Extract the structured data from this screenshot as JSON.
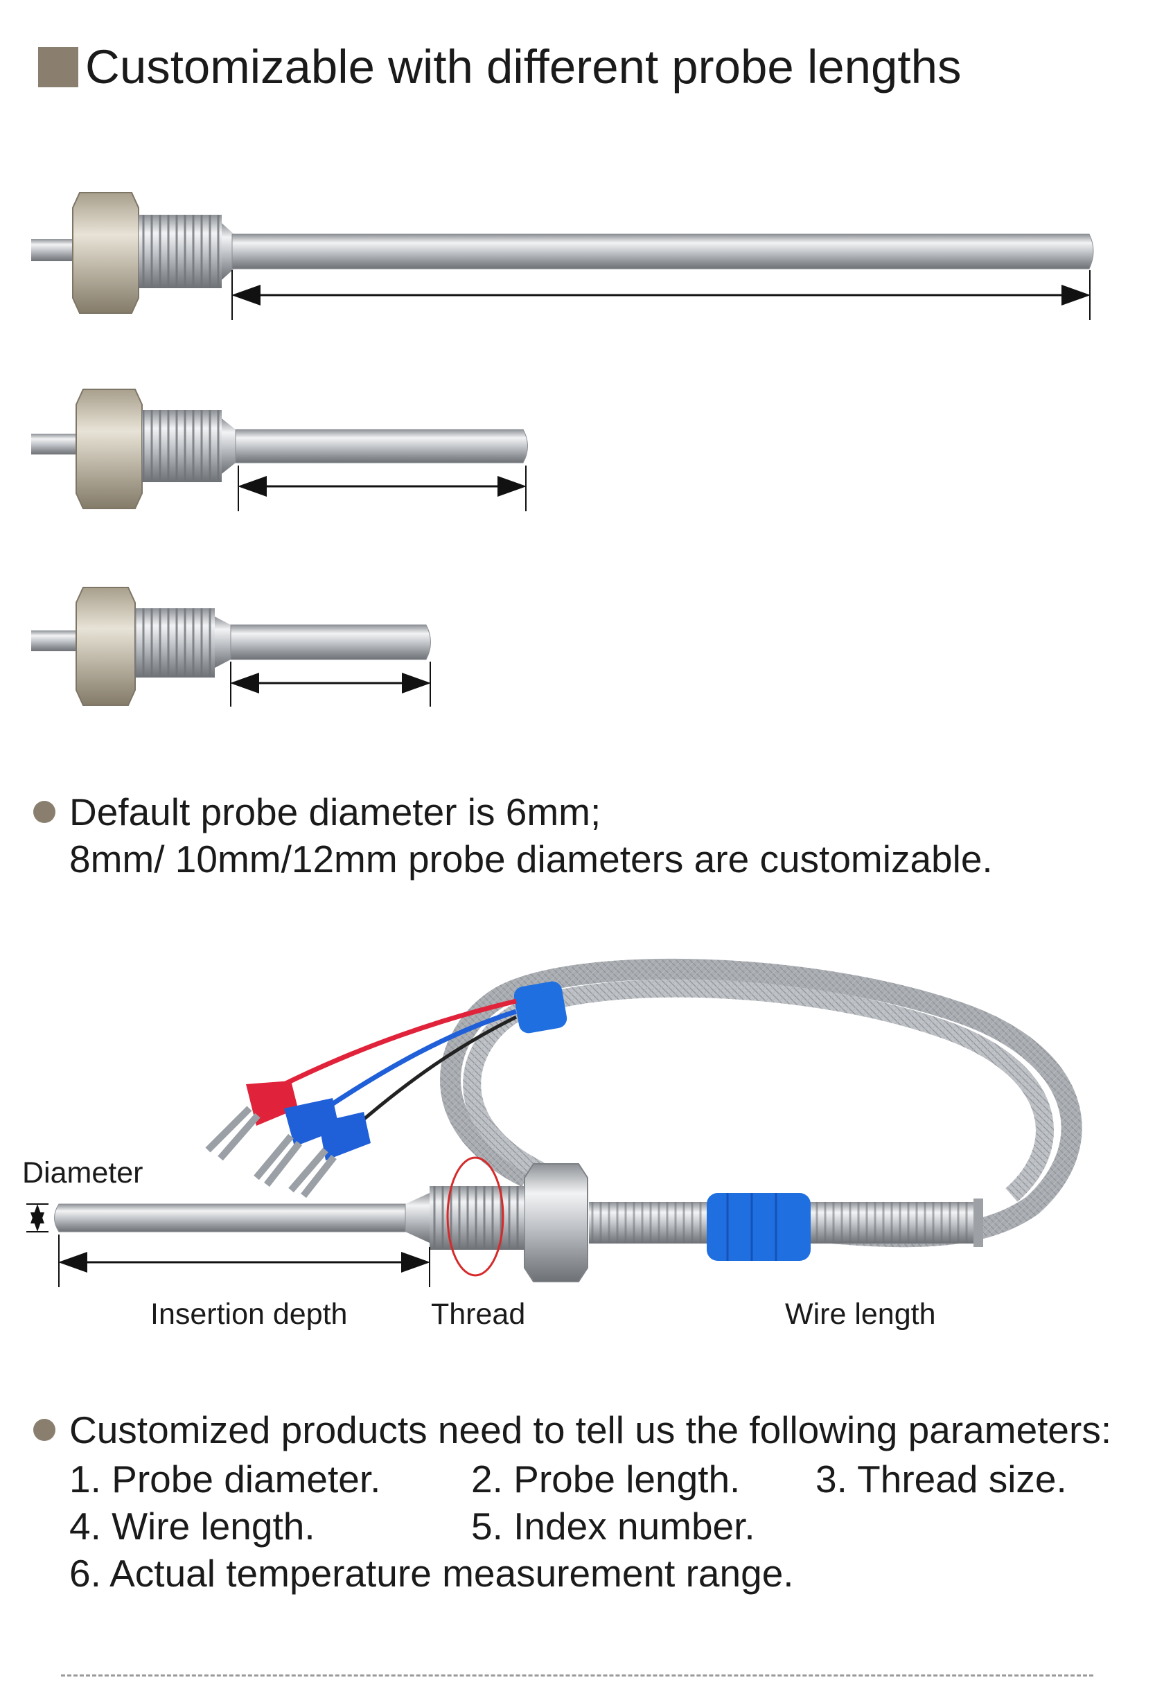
{
  "section_title": "Customizable with different probe lengths",
  "diameter_note": {
    "line1": "Default probe diameter is 6mm;",
    "line2": "8mm/ 10mm/12mm probe diameters are customizable."
  },
  "diagram_labels": {
    "diameter": "Diameter",
    "insertion_depth": "Insertion depth",
    "thread": "Thread",
    "wire_length": "Wire length"
  },
  "custom_params": {
    "intro": "Customized products need to tell us the following parameters:",
    "items": [
      "1. Probe diameter.",
      "2. Probe length.",
      "3. Thread size.",
      "4. Wire length.",
      "5. Index number.",
      "6. Actual temperature measurement range."
    ]
  },
  "colors": {
    "accent": "#8a7f6f",
    "sleeve_blue": "#1f6fe0",
    "red_terminal": "#e0233a",
    "steel": "#c9ccd0",
    "highlight_circle": "#d62a2a"
  }
}
